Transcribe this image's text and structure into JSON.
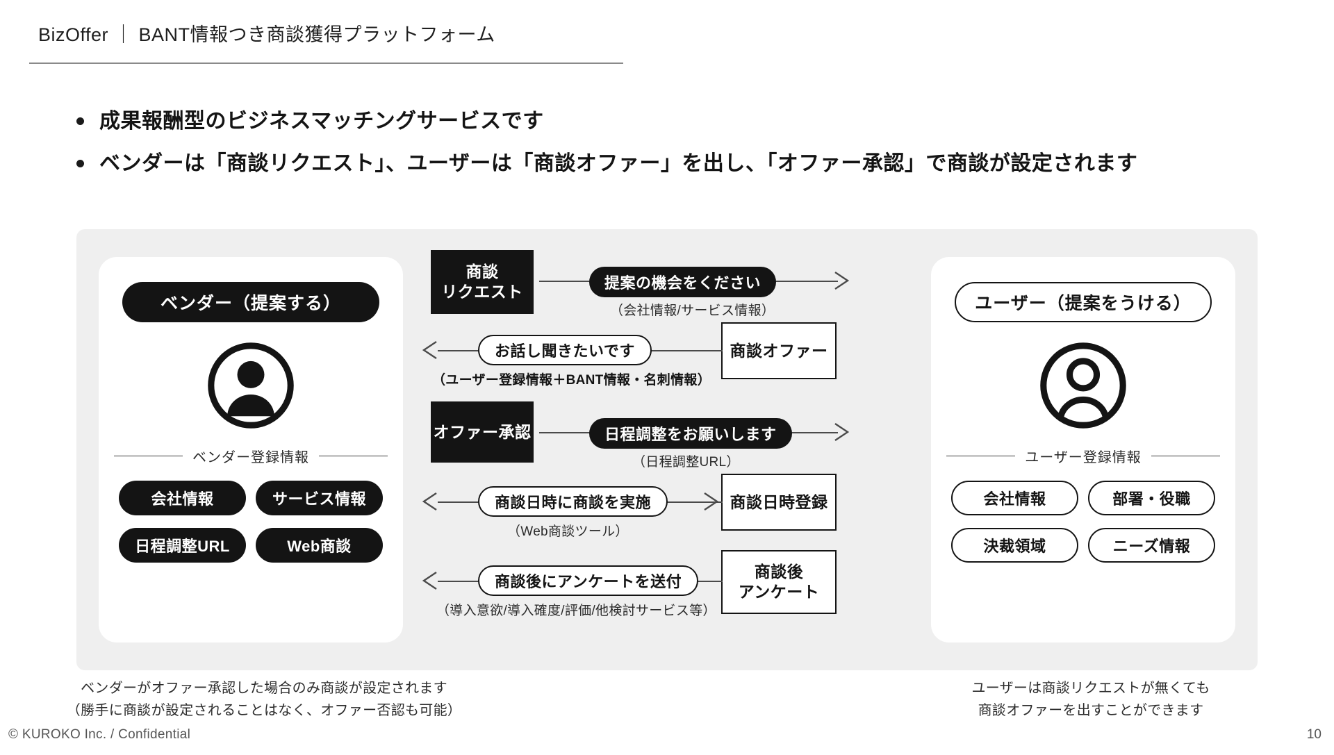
{
  "header": {
    "title": "BizOffer ｜ BANT情報つき商談獲得プラットフォーム"
  },
  "bullets": [
    "成果報酬型のビジネスマッチングサービスです",
    "ベンダーは「商談リクエスト」、ユーザーは「商談オファー」を出し、「オファー承認」で商談が設定されます"
  ],
  "vendor_panel": {
    "role_label": "ベンダー（提案する）",
    "avatar_icon": "user-avatar-filled-icon",
    "registration_label": "ベンダー登録情報",
    "tags": [
      "会社情報",
      "サービス情報",
      "日程調整URL",
      "Web商談"
    ]
  },
  "user_panel": {
    "role_label": "ユーザー（提案をうける）",
    "avatar_icon": "user-avatar-outline-icon",
    "registration_label": "ユーザー登録情報",
    "tags": [
      "会社情報",
      "部署・役職",
      "決裁領域",
      "ニーズ情報"
    ]
  },
  "flow": {
    "steps": [
      {
        "direction": "right",
        "left_tag": "商談\nリクエスト",
        "left_tag_line1": "商談",
        "left_tag_line2": "リクエスト",
        "message": "提案の機会をください",
        "message_style": "filled",
        "sub": "（会社情報/サービス情報）",
        "sub_bold": false,
        "right_tag": ""
      },
      {
        "direction": "left",
        "left_tag": "",
        "message": "お話し聞きたいです",
        "message_style": "outline",
        "sub": "（ユーザー登録情報＋BANT情報・名刺情報）",
        "sub_bold": true,
        "right_tag": "商談オファー"
      },
      {
        "direction": "right",
        "left_tag": "オファー承認",
        "left_tag_line1": "オファー承認",
        "left_tag_line2": "",
        "message": "日程調整をお願いします",
        "message_style": "filled",
        "sub": "（日程調整URL）",
        "sub_bold": false,
        "right_tag": ""
      },
      {
        "direction": "both",
        "left_tag": "",
        "message": "商談日時に商談を実施",
        "message_style": "outline",
        "sub": "（Web商談ツール）",
        "sub_bold": false,
        "right_tag": "商談日時登録"
      },
      {
        "direction": "left",
        "left_tag": "",
        "message": "商談後にアンケートを送付",
        "message_style": "outline",
        "sub": "（導入意欲/導入確度/評価/他検討サービス等）",
        "sub_bold": false,
        "right_tag_line1": "商談後",
        "right_tag_line2": "アンケート"
      }
    ]
  },
  "notes": {
    "left_line1": "ベンダーがオファー承認した場合のみ商談が設定されます",
    "left_line2": "（勝手に商談が設定されることはなく、オファー否認も可能）",
    "right_line1": "ユーザーは商談リクエストが無くても",
    "right_line2": "商談オファーを出すことができます"
  },
  "footer": {
    "copyright": "© KUROKO Inc. / Confidential",
    "page_number": "10"
  },
  "colors": {
    "ink": "#141414",
    "panel_bg": "#efefef",
    "card_bg": "#ffffff",
    "rule": "#8a8a8a"
  }
}
